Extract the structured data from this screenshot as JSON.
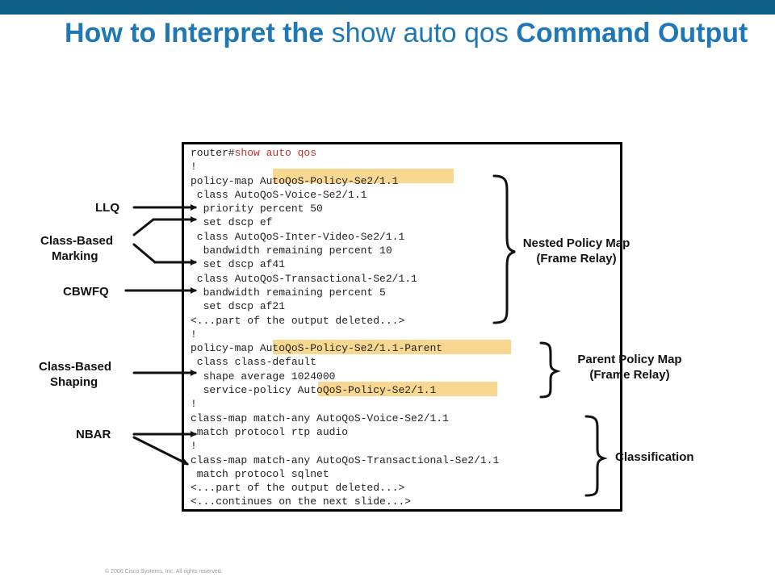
{
  "slide": {
    "title_bold1": "How to Interpret the",
    "title_light": "show auto qos",
    "title_bold2": "Command Output",
    "footer": "© 2006 Cisco Systems, Inc. All rights reserved."
  },
  "code": {
    "prompt": "router#",
    "command": "show auto qos",
    "lines": [
      "!",
      "policy-map AutoQoS-Policy-Se2/1.1",
      " class AutoQoS-Voice-Se2/1.1",
      "  priority percent 50",
      "  set dscp ef",
      " class AutoQoS-Inter-Video-Se2/1.1",
      "  bandwidth remaining percent 10",
      "  set dscp af41",
      " class AutoQoS-Transactional-Se2/1.1",
      "  bandwidth remaining percent 5",
      "  set dscp af21",
      "<...part of the output deleted...>",
      "!",
      "policy-map AutoQoS-Policy-Se2/1.1-Parent",
      " class class-default",
      "  shape average 1024000",
      "  service-policy AutoQoS-Policy-Se2/1.1",
      "!",
      "class-map match-any AutoQoS-Voice-Se2/1.1",
      " match protocol rtp audio",
      "!",
      "class-map match-any AutoQoS-Transactional-Se2/1.1",
      " match protocol sqlnet",
      "<...part of the output deleted...>",
      "<...continues on the next slide...>"
    ]
  },
  "left_labels": {
    "llq": "LLQ",
    "cbm_1": "Class-Based",
    "cbm_2": "Marking",
    "cbwfq": "CBWFQ",
    "cbs_1": "Class-Based",
    "cbs_2": "Shaping",
    "nbar": "NBAR"
  },
  "right_labels": {
    "nested_1": "Nested Policy Map",
    "nested_2": "(Frame Relay)",
    "parent_1": "Parent Policy Map",
    "parent_2": "(Frame Relay)",
    "classification": "Classification"
  },
  "colors": {
    "top_bar": "#0e5f86",
    "title": "#1f78b3",
    "highlight": "#f8d890",
    "command": "#c0302a"
  }
}
